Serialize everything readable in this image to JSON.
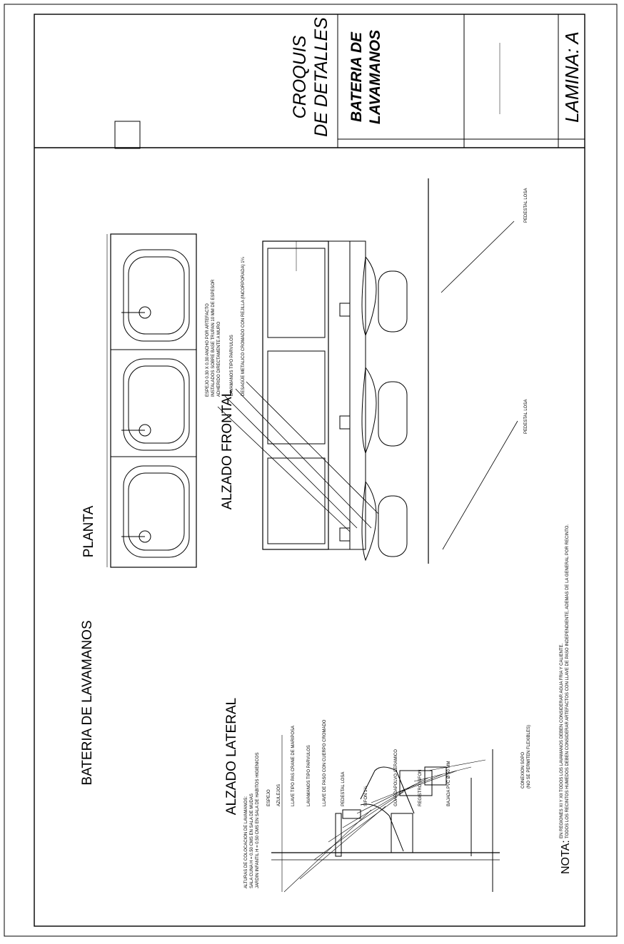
{
  "title_block": {
    "title_line1": "CROQUIS",
    "title_line2": "DE DETALLES",
    "subtitle_line1": "BATERIA DE",
    "subtitle_line2": "LAVAMANOS",
    "sheet_label": "LAMINA: A"
  },
  "views": {
    "main_title": "BATERIA DE LAVAMANOS",
    "plan": "PLANTA",
    "front_elevation": "ALZADO FRONTAL",
    "side_elevation": "ALZADO LATERAL"
  },
  "front_labels": {
    "mirror_1": "ESPEJO 0.30 X 0.30 ANCHO POR ARTEFACTO",
    "mirror_2": "INSTALADOS SOBRE BASE TRUPAN 10 MM DE ESPESOR",
    "mirror_3": "ADHERIDO DIRECTAMENTE A MURO",
    "washbasin": "LAVAMANOS TIPO PARVULOS",
    "drain": "DESAGÜE METALICO CROMADO CON REJILLA (INCORPORADA) 1¼",
    "pedestal_bottom": "PEDESTAL LOSA",
    "pedestal_right": "PEDESTAL LOSA"
  },
  "side_labels": {
    "heights_title": "ALTURAS DE COLOCACION DE LAVAMANOS:",
    "heights_1": "SALA CUNA H = 0.50 CMS EN SALA DE MUDAS",
    "heights_2": "JARDIN INFANTIL H = 0.50 CMS EN SALA DE HABITOS HIGIENICOS",
    "mirror": "ESPEJO",
    "tile": "AZULEJOS",
    "faucet": "LLAVE TIPO PAS CRANE DE MARIPOSA",
    "washbasin": "LAVAMANOS TIPO PARVULOS",
    "valve": "LLAVE DE PASO CON CUERPO CROMADO",
    "pedestal": "PEDESTAL LOSA",
    "siphon": "SIFON 1¼",
    "baseboard": "GUARDAPOLVO CERAMICO",
    "siphon_trap": "REGISTRO SIFON",
    "drain_pipe": "BAJADA PVC Ø 50 MM",
    "connection_1": "CONEXION SOPO",
    "connection_2": "(NO SE PERMITEN FLEXIBLES)"
  },
  "note": {
    "label": "NOTA:",
    "line_1": "EN REGIONES XI Y XII TODOS LOS LAVAMANOS DEBEN CONSIDERAR AGUA FRIA Y CALIENTE.",
    "line_2": "TODOS LOS RECINTOS HUMEDOS DEBEN CONSIDERAR ARTEFACTOS CON LLAVE DE PASO INDEPENDIENTE, ADEMAS DE LA GENERAL POR RECINTO."
  }
}
